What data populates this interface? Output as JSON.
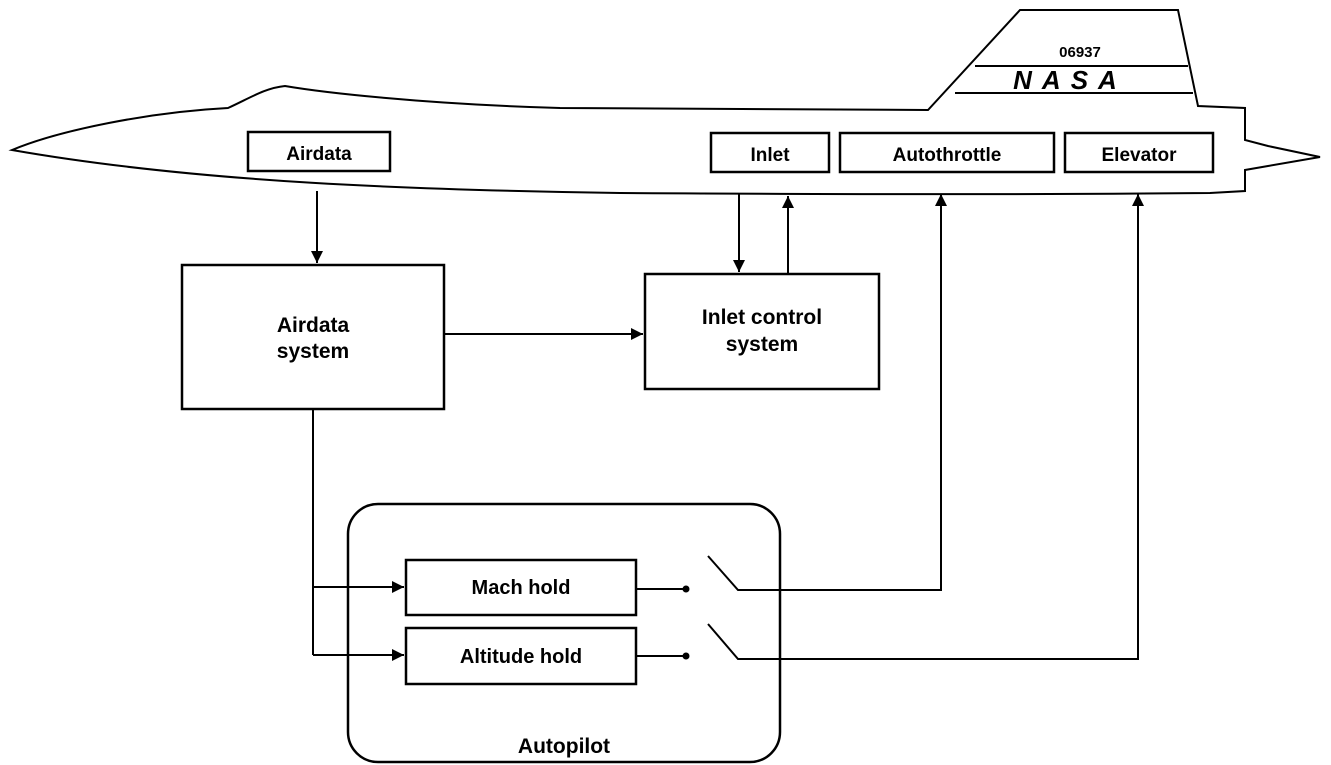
{
  "aircraft": {
    "tail_number": "06937",
    "tail_marking": "NASA"
  },
  "fuselage_boxes": {
    "airdata": "Airdata",
    "inlet": "Inlet",
    "autothrottle": "Autothrottle",
    "elevator": "Elevator"
  },
  "systems": {
    "airdata_system": [
      "Airdata",
      "system"
    ],
    "inlet_control_system": [
      "Inlet control",
      "system"
    ]
  },
  "autopilot": {
    "label": "Autopilot",
    "mach_hold": "Mach hold",
    "altitude_hold": "Altitude hold"
  }
}
